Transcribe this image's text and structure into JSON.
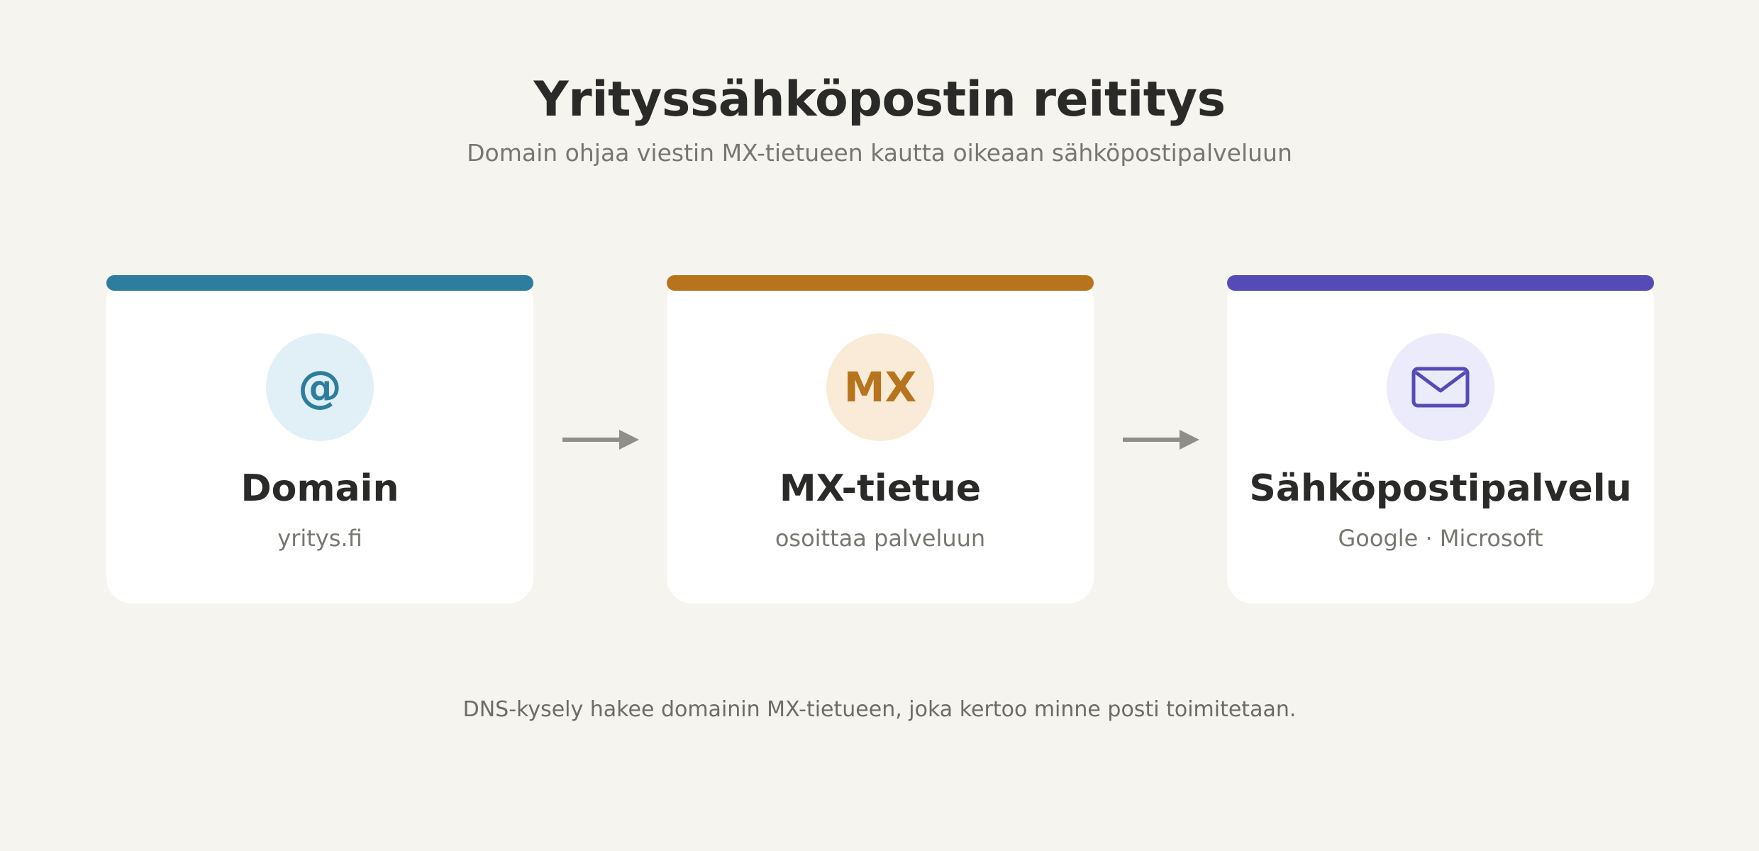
{
  "header": {
    "title": "Yrityssähköpostin reititys",
    "subtitle": "Domain ohjaa viestin MX-tietueen kautta oikeaan sähköpostipalveluun"
  },
  "steps": [
    {
      "icon": "at-sign-icon",
      "icon_text": "@",
      "title": "Domain",
      "caption": "yritys.fi",
      "accent": "#2e7d9e",
      "icon_bg": "#e1eff6"
    },
    {
      "icon": "mx-record-icon",
      "icon_text": "MX",
      "title": "MX-tietue",
      "caption": "osoittaa palveluun",
      "accent": "#b8741d",
      "icon_bg": "#f9ebd7"
    },
    {
      "icon": "envelope-icon",
      "title": "Sähköpostipalvelu",
      "caption": "Google · Microsoft",
      "accent": "#564bb6",
      "icon_bg": "#ecebfb"
    }
  ],
  "connectors": {
    "icon": "arrow-right-icon",
    "color": "#8f8e88"
  },
  "footer": {
    "note": "DNS-kysely hakee domainin MX-tietueen, joka kertoo minne posti toimitetaan."
  }
}
